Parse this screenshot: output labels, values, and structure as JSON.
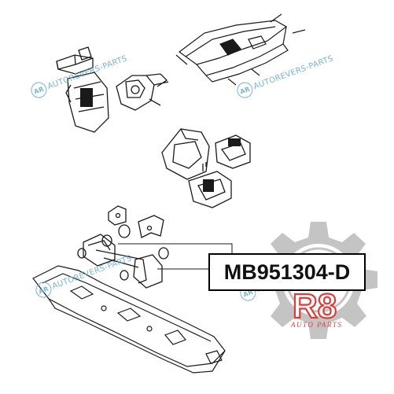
{
  "part_number": "MB951304-D",
  "watermark": {
    "text": "AUTOREVERS-PARTS",
    "badge": "AR"
  },
  "logo": {
    "mark": "R8",
    "caption": "AUTO PARTS",
    "gear_color": "#c4c4c4",
    "accent_color": "#e23b3b"
  },
  "colors": {
    "line": "#1a1a1a",
    "watermark": "#5fa6cf"
  },
  "icons": [
    "gear-icon",
    "r8-logo-icon",
    "ar-badge-icon"
  ]
}
